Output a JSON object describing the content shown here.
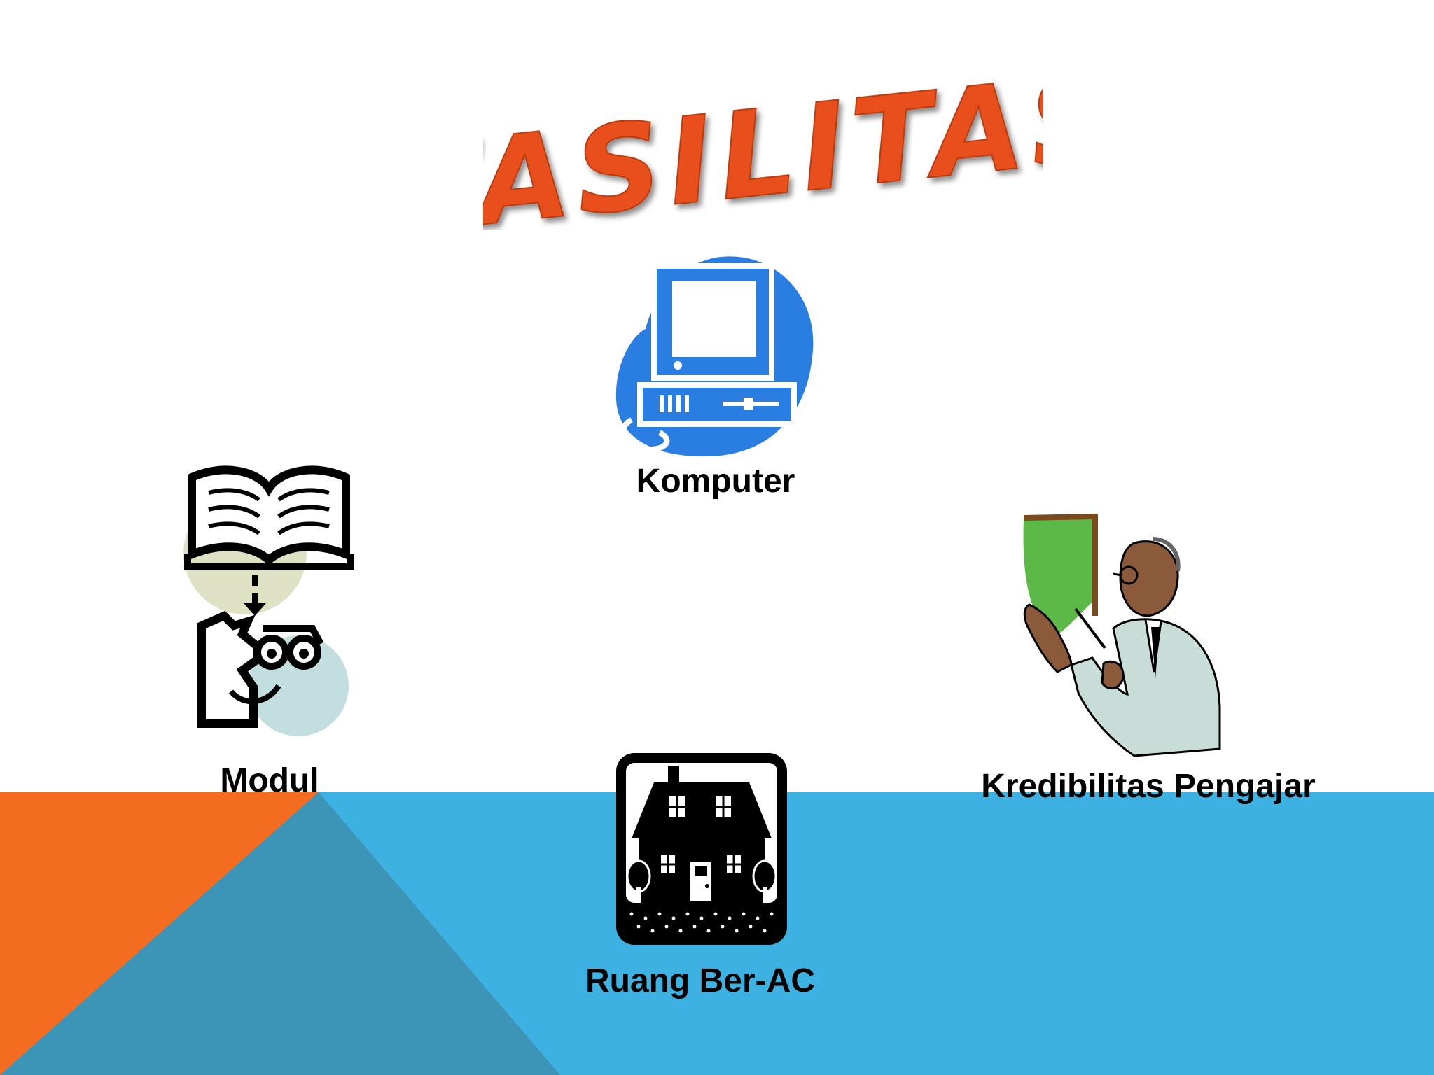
{
  "slide": {
    "title": "FASILITAS",
    "colors": {
      "background": "#ffffff",
      "orange_band": "#f36c1f",
      "blue_band": "#3db1e1",
      "dark_blue_triangle": "#3c95b6",
      "title_orange": "#e8501b",
      "computer_blue": "#2a7de1",
      "board_green": "#5cb847"
    },
    "items": [
      {
        "label": "Komputer",
        "icon": "computer-icon"
      },
      {
        "label": "Modul",
        "icon": "book-module-icon"
      },
      {
        "label": "Kredibilitas Pengajar",
        "icon": "teacher-icon"
      },
      {
        "label": "Ruang Ber-AC",
        "icon": "house-icon"
      }
    ]
  }
}
